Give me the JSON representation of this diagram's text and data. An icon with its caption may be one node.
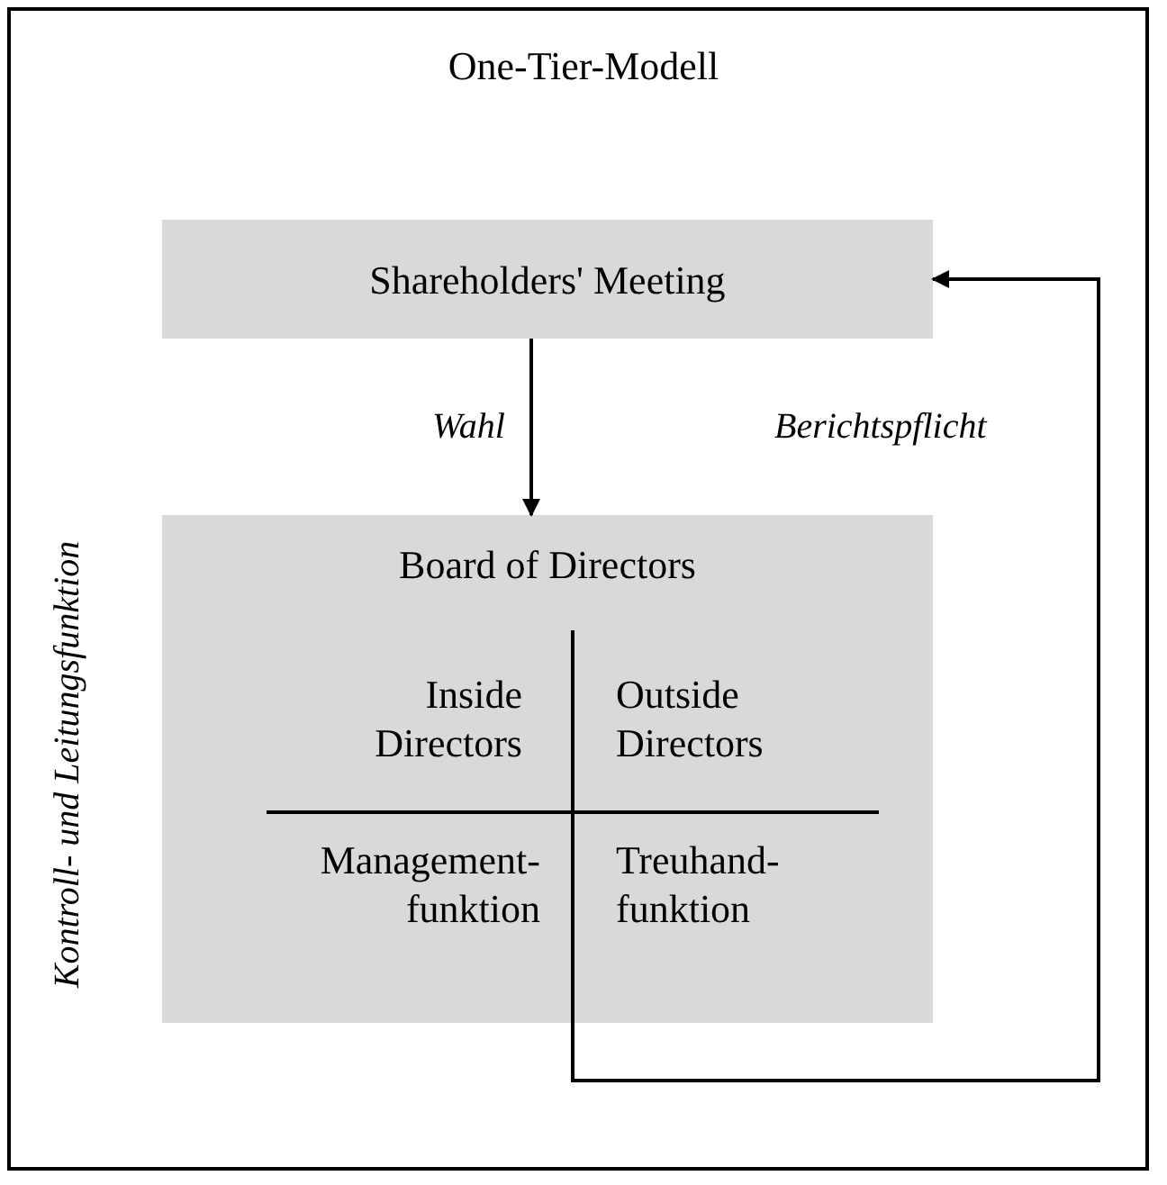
{
  "diagram": {
    "title": "One-Tier-Modell",
    "nodes": [
      {
        "text": [
          "Shareholders' Meeting"
        ]
      },
      {
        "text": [
          "Board of Directors",
          "Inside Directors",
          "Outside Directors",
          "Management-funktion",
          "Treuhand-funktion"
        ]
      }
    ],
    "edges": [
      {
        "from": 0,
        "to": 1,
        "arrow": "to",
        "label": "Wahl"
      },
      {
        "from": 1,
        "to": 0,
        "arrow": "to",
        "label": "Berichtspflicht"
      }
    ],
    "labels": [
      "Kontroll- und Leitungsfunktion"
    ]
  }
}
